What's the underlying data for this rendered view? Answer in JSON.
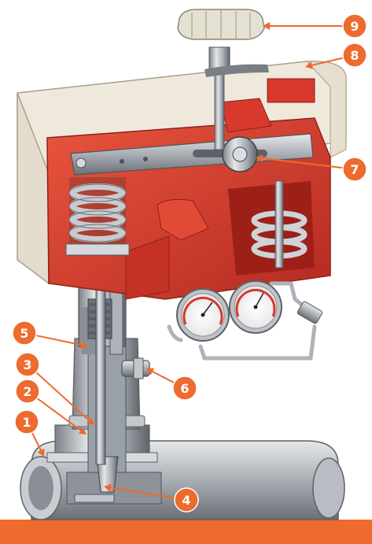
{
  "callouts": [
    {
      "label": "1",
      "target": "valve-body-inlet"
    },
    {
      "label": "2",
      "target": "stem-guide"
    },
    {
      "label": "3",
      "target": "valve-stem"
    },
    {
      "label": "4",
      "target": "valve-seat"
    },
    {
      "label": "5",
      "target": "packing"
    },
    {
      "label": "6",
      "target": "side-port"
    },
    {
      "label": "7",
      "target": "cam-roller"
    },
    {
      "label": "8",
      "target": "actuator-cover"
    },
    {
      "label": "9",
      "target": "handwheel"
    }
  ],
  "colors": {
    "accent": "#ec6b2d",
    "casting_red": "#d8392c",
    "cover_cream": "#efe9dc",
    "steel": "#b8bcc2",
    "dark_steel": "#6e737a"
  }
}
